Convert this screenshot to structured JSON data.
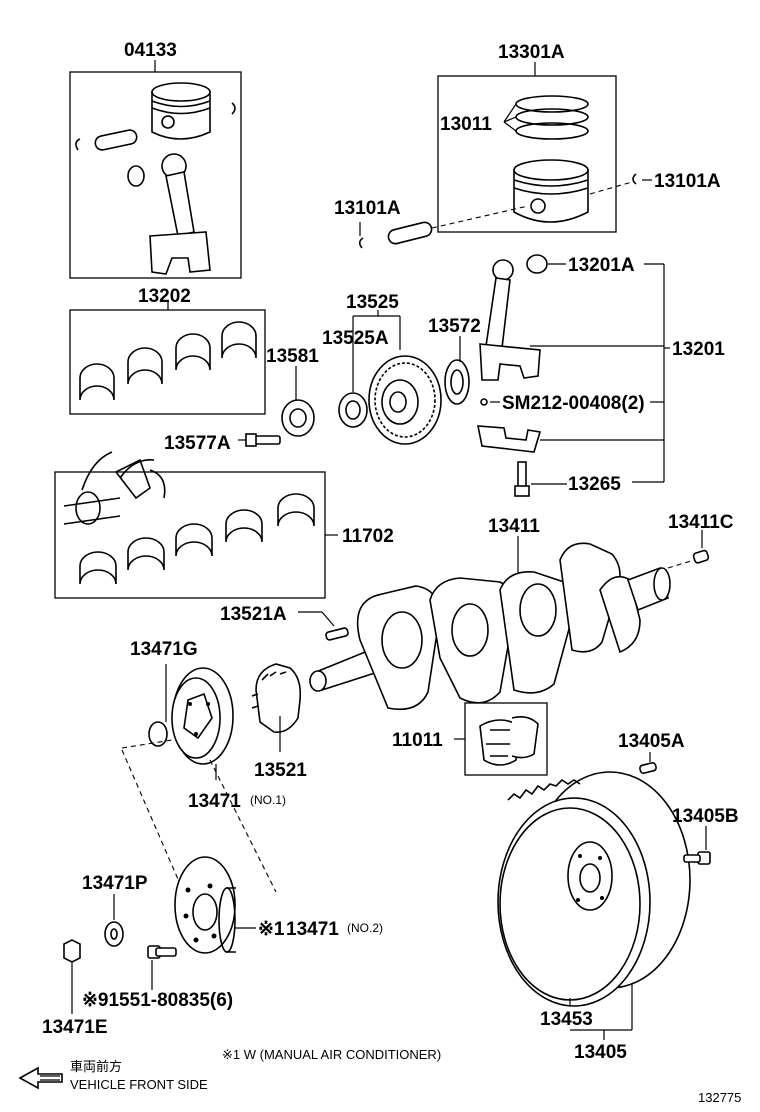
{
  "part_labels": {
    "p04133": "04133",
    "p13301A": "13301A",
    "p13011": "13011",
    "p13101A_right": "13101A",
    "p13101A_left": "13101A",
    "p13201A": "13201A",
    "p13202": "13202",
    "p13525": "13525",
    "p13525A": "13525A",
    "p13572": "13572",
    "p13581": "13581",
    "p13201": "13201",
    "pSM212": "SM212-00408(2)",
    "p13577A": "13577A",
    "p13265": "13265",
    "p13411": "13411",
    "p13411C": "13411C",
    "p11702": "11702",
    "p13521A": "13521A",
    "p13471G": "13471G",
    "p11011": "11011",
    "p13405A": "13405A",
    "p13521": "13521",
    "p13471_no1": "13471",
    "p13471_no1_note": "(NO.1)",
    "p13405B": "13405B",
    "p13471P": "13471P",
    "p13471_no2_mark": "※1",
    "p13471_no2": "13471",
    "p13471_no2_note": "(NO.2)",
    "p91551": "※91551-80835(6)",
    "p13471E": "13471E",
    "p13453": "13453",
    "p13405": "13405"
  },
  "footer": {
    "note": "※1 W (MANUAL AIR CONDITIONER)",
    "direction_jp": "車両前方",
    "direction_en": "VEHICLE FRONT SIDE",
    "diagram_id": "132775"
  }
}
